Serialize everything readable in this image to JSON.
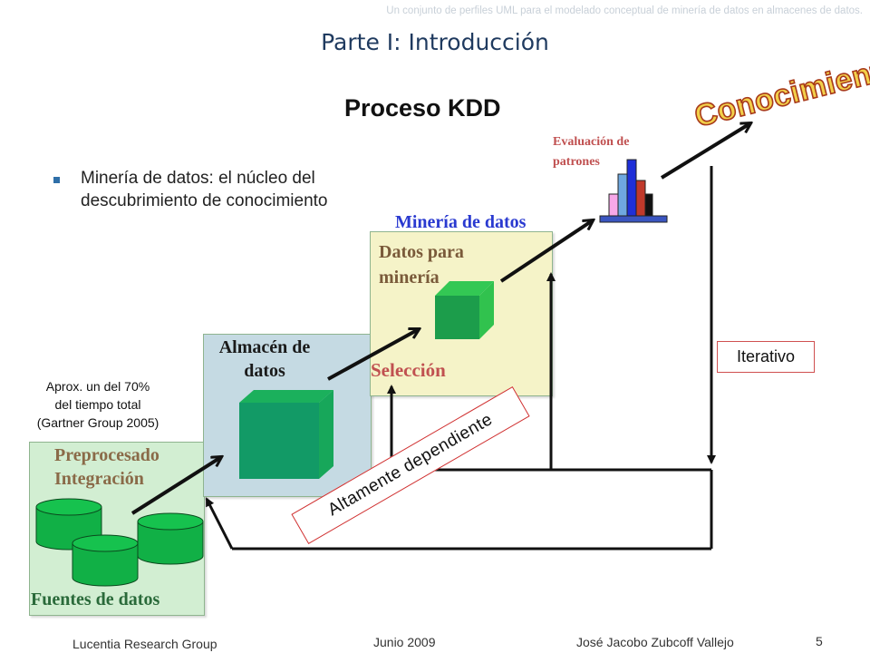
{
  "header": {
    "subtitle": "Un conjunto de perfiles UML para el modelado conceptual de minería de datos en almacenes de datos.",
    "section_title": "Parte I: Introducción"
  },
  "slide": {
    "title": "Proceso KDD",
    "bullet": "Minería de datos: el núcleo del descubrimiento de conocimiento"
  },
  "diagram": {
    "conocimiento": "Conocimiento",
    "evaluacion": [
      "Evaluación de",
      "patrones"
    ],
    "mineria": "Minería de datos",
    "datos_mineria": [
      "Datos para",
      "minería"
    ],
    "seleccion": "Selección",
    "almacen": [
      "Almacén de",
      "datos"
    ],
    "preprocesado": [
      "Preprocesado",
      "Integración"
    ],
    "fuentes": "Fuentes de datos",
    "note": [
      "Aprox. un del 70%",
      "del tiempo total",
      "(Gartner Group 2005)"
    ],
    "iterativo": "Iterativo",
    "altamente": "Altamente dependiente",
    "colors": {
      "panel_green": "#d2eed2",
      "panel_blue": "#c5dae3",
      "panel_yellow": "#f5f3c8",
      "cube_dark": "#129a66",
      "cube_light": "#31c24e",
      "conocimiento_fill": "#f2d04a",
      "conocimiento_stroke": "#a83a1a"
    }
  },
  "footer": {
    "group": "Lucentia Research Group",
    "date": "Junio  2009",
    "author": "José Jacobo Zubcoff Vallejo",
    "page": "5"
  }
}
